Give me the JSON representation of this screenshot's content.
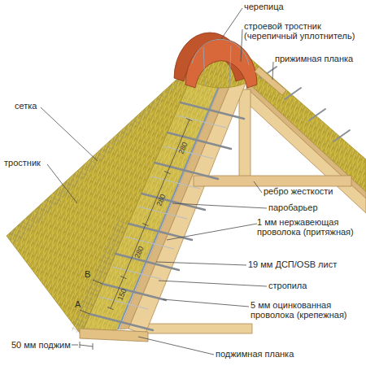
{
  "diagram": {
    "labels": [
      "черепица",
      "строевой тростник (черепичный уплотнитель)",
      "прижимная планка",
      "сетка",
      "тростник",
      "ребро жесткости",
      "280",
      "паробарьер",
      "280",
      "1 мм нержавеющая проволока (притяжная)",
      "280",
      "19 мм ДСП/OSB лист",
      "B",
      "150",
      "стропила",
      "A",
      "5 мм оцинкованная проволока (крепежная)",
      "50 мм поджим",
      "поджимная планка"
    ]
  }
}
